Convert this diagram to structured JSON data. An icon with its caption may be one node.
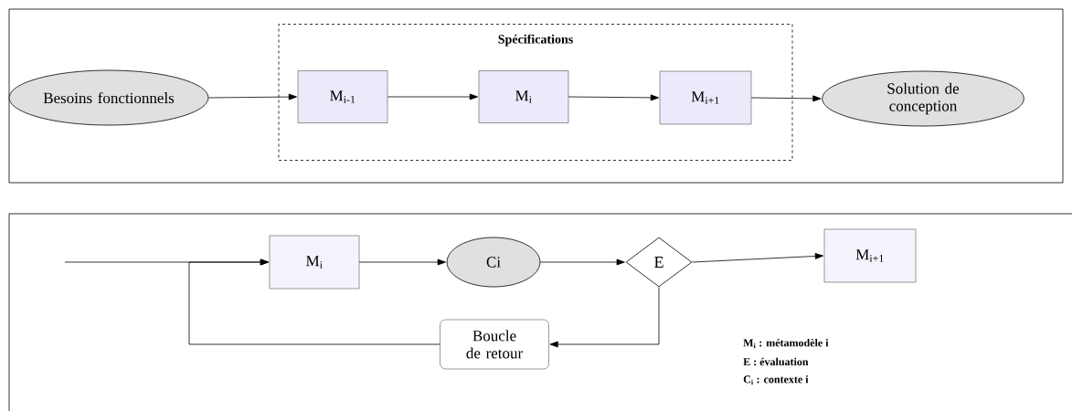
{
  "diagram": {
    "nodes": [
      {
        "text": [
          "Besoins fonctionnels"
        ]
      },
      {
        "text": [
          "Spécifications"
        ]
      },
      {
        "text": [
          "M$_{i-1}$"
        ],
        "in": 1
      },
      {
        "text": [
          "M$_{i}$"
        ],
        "in": 1
      },
      {
        "text": [
          "M$_{i+1}$"
        ],
        "in": 1
      },
      {
        "text": [
          "Solution de conception"
        ]
      },
      {
        "text": [
          "M$_{i}$"
        ]
      },
      {
        "text": [
          "Ci"
        ]
      },
      {
        "text": [
          "E"
        ]
      },
      {
        "text": [
          "M$_{i+1}$"
        ]
      },
      {
        "text": [
          "Boucle de retour"
        ]
      }
    ],
    "edges": [
      {
        "from": 0,
        "to": 2,
        "arrow": "to"
      },
      {
        "from": 2,
        "to": 3,
        "arrow": "to"
      },
      {
        "from": 3,
        "to": 4,
        "arrow": "to"
      },
      {
        "from": 4,
        "to": 5,
        "arrow": "to"
      },
      {
        "from": null,
        "to": 6,
        "arrow": "to"
      },
      {
        "from": 10,
        "to": 6,
        "arrow": "to"
      },
      {
        "from": 6,
        "to": 7,
        "arrow": "to"
      },
      {
        "from": 7,
        "to": 8,
        "arrow": "to"
      },
      {
        "from": 8,
        "to": 9,
        "arrow": "to"
      },
      {
        "from": 8,
        "to": 10,
        "arrow": "to"
      }
    ],
    "labels": [
      "M$_{i}$ : métamodèle i",
      "E : évaluation",
      "C$_{i}$ : contexte i"
    ]
  }
}
